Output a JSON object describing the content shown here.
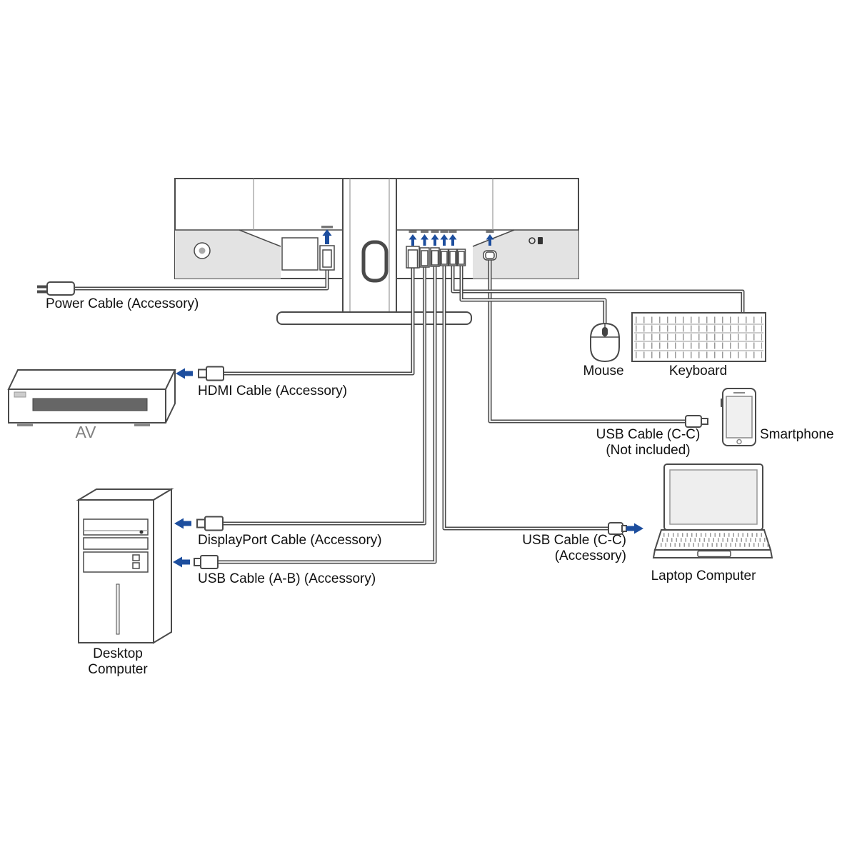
{
  "colors": {
    "arrow_blue": "#1d4e9e",
    "outline": "#4a4a4a",
    "text": "#111111",
    "muted_text": "#808080"
  },
  "labels": {
    "power_cable": "Power Cable (Accessory)",
    "hdmi_cable": "HDMI Cable (Accessory)",
    "av": "AV",
    "displayport_cable": "DisplayPort Cable (Accessory)",
    "usb_ab_cable": "USB Cable (A-B) (Accessory)",
    "desktop_computer": {
      "line1": "Desktop",
      "line2": "Computer"
    },
    "usb_cc_phone": {
      "line1": "USB Cable (C-C)",
      "line2": "(Not included)"
    },
    "usb_cc_laptop": {
      "line1": "USB Cable (C-C)",
      "line2": "(Accessory)"
    },
    "laptop_computer": "Laptop Computer",
    "smartphone": "Smartphone",
    "mouse": "Mouse",
    "keyboard": "Keyboard"
  }
}
